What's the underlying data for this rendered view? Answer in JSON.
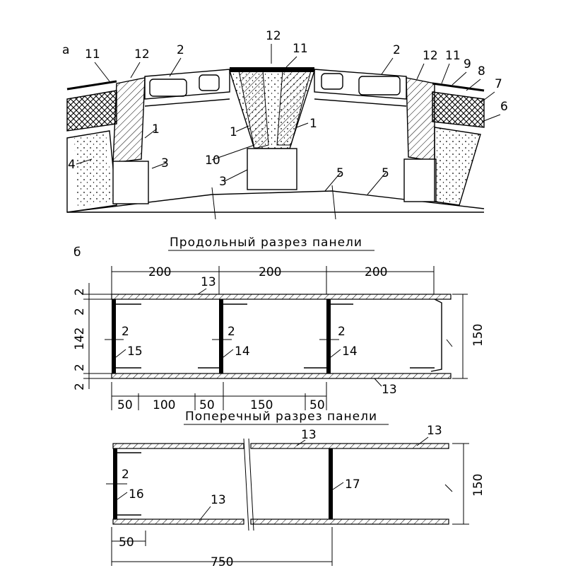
{
  "section_a": {
    "letter": "а",
    "callouts": {
      "c1a": "1",
      "c1b": "1",
      "c1c": "1",
      "c2a": "2",
      "c2b": "2",
      "c3a": "3",
      "c3b": "3",
      "c4": "4",
      "c5a": "5",
      "c5b": "5",
      "c6": "6",
      "c7": "7",
      "c8": "8",
      "c9": "9",
      "c10": "10",
      "c11a": "11",
      "c11b": "11",
      "c11c": "11",
      "c12a": "12",
      "c12b": "12",
      "c12c": "12"
    }
  },
  "section_b": {
    "letter": "б",
    "longitudinal": {
      "title": "Продольный разрез панели",
      "top_dims": [
        "200",
        "200",
        "200"
      ],
      "left_dims": [
        "2",
        "2",
        "142",
        "2",
        "2"
      ],
      "bottom_dims": [
        "50",
        "100",
        "50",
        "150",
        "50"
      ],
      "wall_dims": [
        "2",
        "2",
        "2"
      ],
      "height": "150",
      "callouts": {
        "c13a": "13",
        "c13b": "13",
        "c14a": "14",
        "c14b": "14",
        "c15": "15"
      }
    },
    "transverse": {
      "title": "Поперечный разрез панели",
      "wall_dim": "2",
      "height": "150",
      "dim_small": "50",
      "dim_total": "750",
      "callouts": {
        "c13a": "13",
        "c13b": "13",
        "c13c": "13",
        "c16": "16",
        "c17": "17"
      }
    }
  }
}
